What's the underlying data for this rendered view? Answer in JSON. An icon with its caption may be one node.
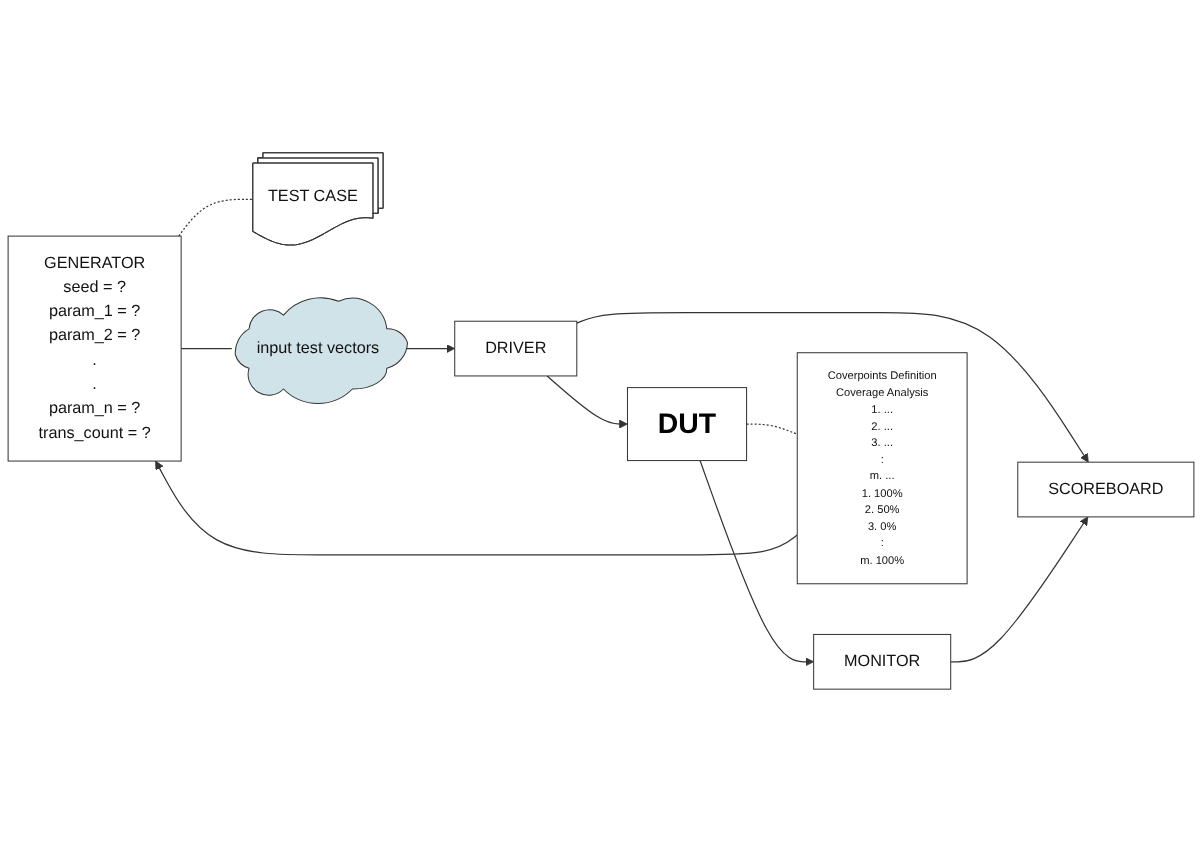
{
  "diagram": {
    "nodes": [
      {
        "text": [
          "GENERATOR",
          "seed = ?",
          "param_1 = ?",
          "param_2 = ?",
          ".",
          ".",
          "param_n = ?",
          "trans_count = ?"
        ]
      },
      {
        "text": [
          "TEST CASE"
        ]
      },
      {
        "text": [
          "input test vectors"
        ]
      },
      {
        "text": [
          "DRIVER"
        ]
      },
      {
        "text": [
          "SCOREBOARD"
        ]
      },
      {
        "text": [
          "DUT"
        ]
      },
      {
        "text": [
          "MONITOR"
        ]
      },
      {
        "text": [
          "Coverpoints Definition",
          "Coverage Analysis",
          "1. ...",
          "2. ...",
          "3. ...",
          ":",
          "m. ...",
          "1. 100%",
          "2. 50%",
          "3. 0%",
          ":",
          "m. 100%"
        ]
      }
    ],
    "edges": [
      {
        "from": 0,
        "to": 1,
        "arrow": "none",
        "style": "dashed"
      },
      {
        "from": 0,
        "to": 2,
        "arrow": "none"
      },
      {
        "from": 2,
        "to": 3,
        "arrow": "to"
      },
      {
        "from": 3,
        "to": 5,
        "arrow": "to"
      },
      {
        "from": 5,
        "to": 6,
        "arrow": "to"
      },
      {
        "from": 3,
        "to": 4,
        "arrow": "to"
      },
      {
        "from": 6,
        "to": 4,
        "arrow": "to"
      },
      {
        "from": 5,
        "to": 7,
        "arrow": "none",
        "style": "dashed"
      },
      {
        "from": 7,
        "to": 0,
        "arrow": "to"
      }
    ]
  }
}
